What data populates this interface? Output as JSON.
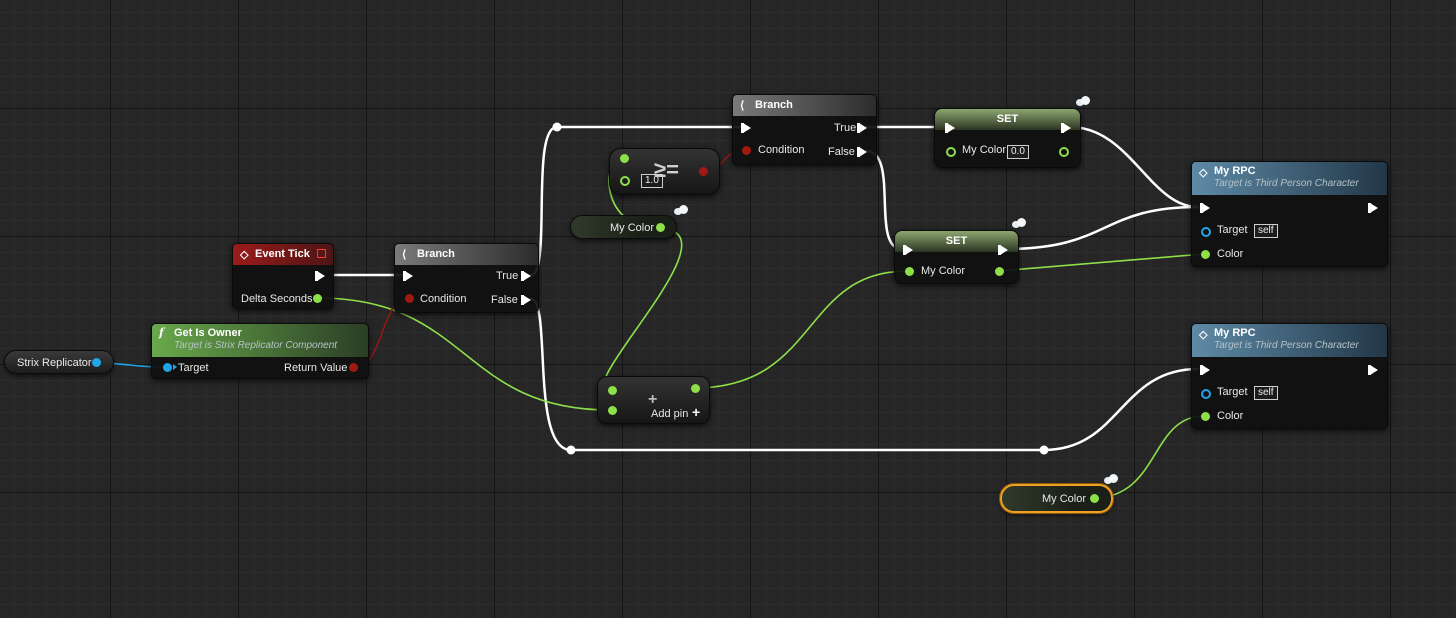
{
  "nodes": {
    "event_tick": {
      "title": "Event Tick",
      "out": "Delta Seconds"
    },
    "branch1": {
      "title": "Branch",
      "condition": "Condition",
      "true_label": "True",
      "false_label": "False"
    },
    "branch2": {
      "title": "Branch",
      "condition": "Condition",
      "true_label": "True",
      "false_label": "False"
    },
    "get_is_owner": {
      "title": "Get Is Owner",
      "subtitle": "Target is Strix Replicator Component",
      "target": "Target",
      "return_value": "Return Value"
    },
    "strix_replicator": {
      "label": "Strix Replicator"
    },
    "compare": {
      "value": "1.0"
    },
    "my_color_get_1": {
      "label": "My Color"
    },
    "my_color_get_2": {
      "label": "My Color"
    },
    "add": {
      "add_pin": "Add pin"
    },
    "set1": {
      "title": "SET",
      "field": "My Color",
      "value": "0.0"
    },
    "set2": {
      "title": "SET",
      "field": "My Color"
    },
    "rpc1": {
      "title": "My RPC",
      "subtitle": "Target is Third Person Character",
      "target": "Target",
      "target_value": "self",
      "color": "Color"
    },
    "rpc2": {
      "title": "My RPC",
      "subtitle": "Target is Third Person Character",
      "target": "Target",
      "target_value": "self",
      "color": "Color"
    }
  },
  "colors": {
    "exec_wire": "#ffffff",
    "float_wire": "#8ee04a",
    "bool_wire": "#a11a12",
    "object_wire": "#1fa5e8",
    "selection": "#f0a020"
  },
  "icons": {
    "event": "diamond-icon",
    "branch": "branch-icon",
    "function": "function-icon",
    "network": "replicated-cloud-icon"
  }
}
